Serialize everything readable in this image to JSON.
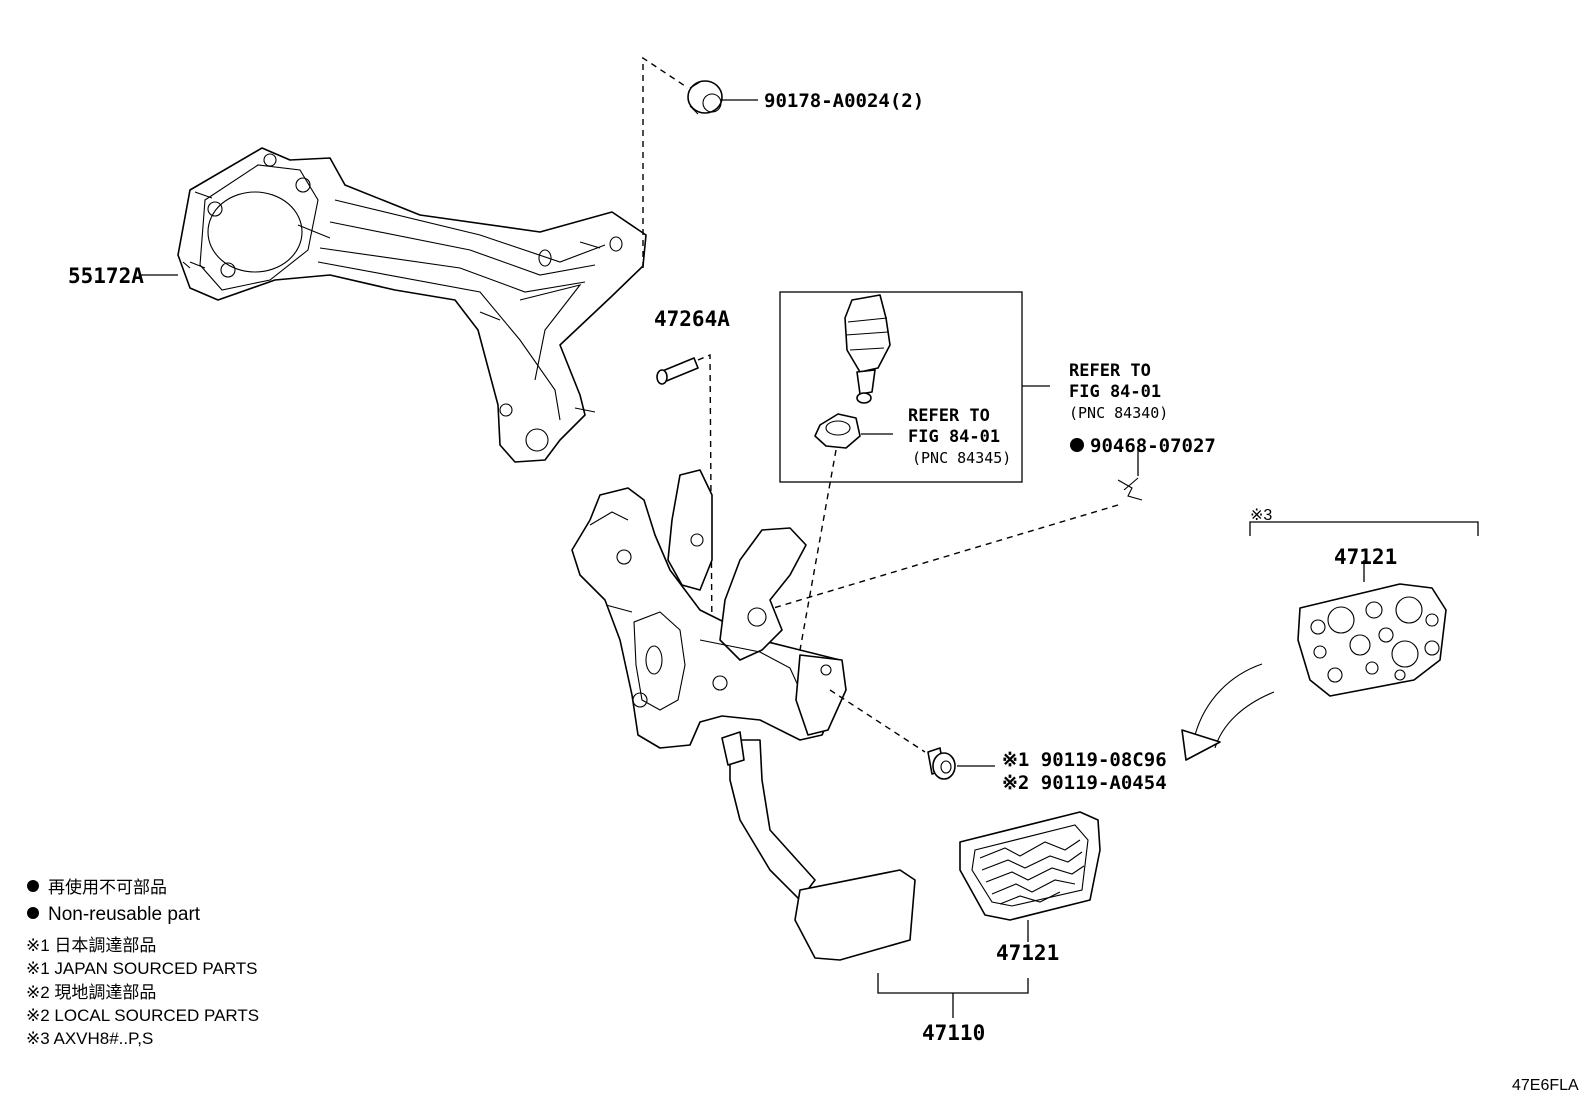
{
  "labels": {
    "bracket": "55172A",
    "nut": "90178-A0024(2)",
    "pin": "47264A",
    "refer_switch_line1": "REFER TO",
    "refer_switch_line2": "FIG 84-01",
    "refer_switch_pnc": "(PNC 84340)",
    "refer_clip_line1": "REFER TO",
    "refer_clip_line2": "FIG 84-01",
    "refer_clip_pnc": "(PNC 84345)",
    "spring_pin": "90468-07027",
    "bolt_1": "※1 90119-08C96",
    "bolt_2": "※2 90119-A0454",
    "pad_sport": "47121",
    "pad_sport_bracket": "※3",
    "pad_std": "47121",
    "pedal_assy": "47110"
  },
  "legend": [
    "再使用不可部品",
    "Non-reusable part",
    "※1 日本調達部品",
    "※1 JAPAN SOURCED PARTS",
    "※2 現地調達部品",
    "※2 LOCAL SOURCED PARTS",
    "※3 AXVH8#..P,S"
  ],
  "figure_code": "47E6FLA"
}
